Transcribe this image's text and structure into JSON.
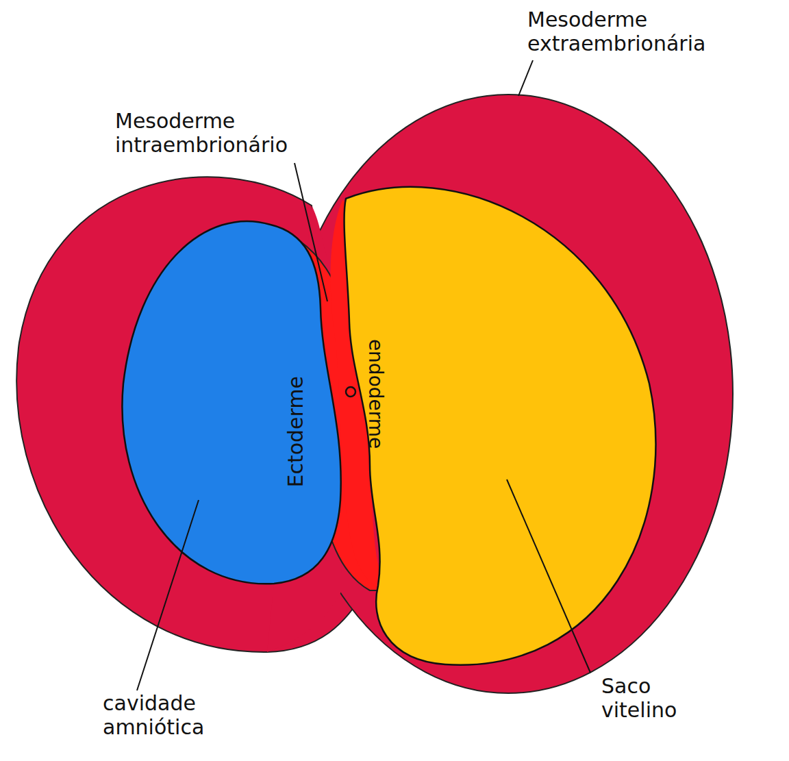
{
  "diagram": {
    "labels": [
      "Mesoderme extraembrionária",
      "Mesoderme intraembrionário",
      "Ectoderme",
      "endoderme",
      "cavidade amniótica",
      "Saco vitelino"
    ]
  }
}
